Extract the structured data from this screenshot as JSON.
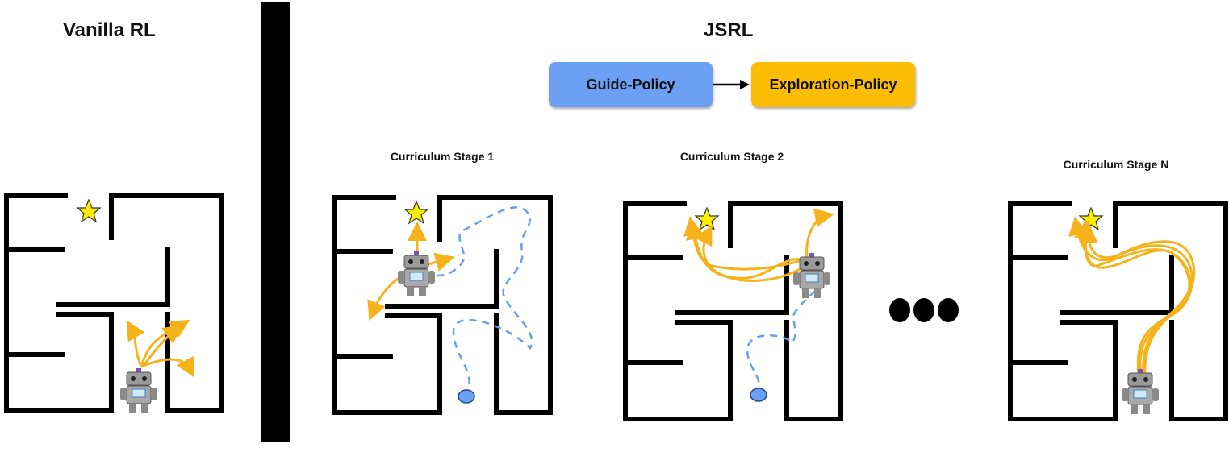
{
  "vanilla": {
    "title": "Vanilla RL"
  },
  "jsrl": {
    "title": "JSRL",
    "guide_label": "Guide-Policy",
    "explore_label": "Exploration-Policy"
  },
  "stages": [
    {
      "label": "Curriculum Stage 1"
    },
    {
      "label": "Curriculum Stage 2"
    },
    {
      "label": "Curriculum Stage N"
    }
  ],
  "colors": {
    "guide": "#6ba0f5",
    "explore": "#fbbc04",
    "wall": "#000000",
    "arrow": "#f5b21b",
    "path": "#6b9ee8",
    "star": "#ffee00",
    "goal": "#6ba0f5"
  },
  "icons": [
    "robot-icon",
    "star-icon",
    "start-marker-icon",
    "ellipsis-icon"
  ]
}
